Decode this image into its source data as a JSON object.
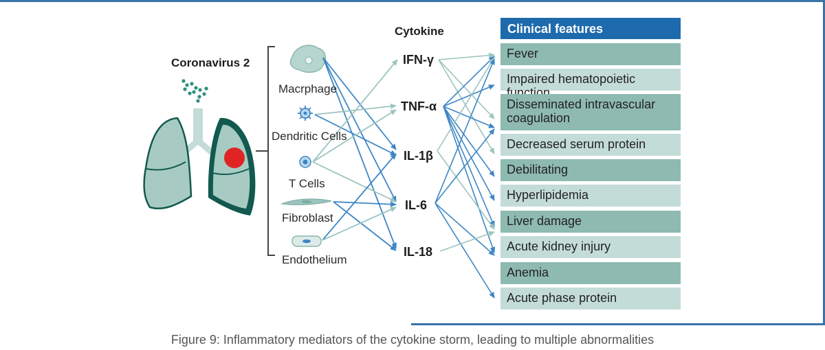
{
  "diagram": {
    "virus_label": "Coronavirus 2",
    "cytokine_header": "Cytokine",
    "cells": [
      "Macrphage",
      "Dendritic Cells",
      "T Cells",
      "Fibroblast",
      "Endothelium"
    ],
    "cytokines": [
      "IFN-γ",
      "TNF-α",
      "IL-1β",
      "IL-6",
      "IL-18"
    ],
    "features_header": "Clinical features",
    "features": [
      "Fever",
      "Impaired hematopoietic function",
      "Disseminated intravascular coagulation",
      "Decreased serum protein",
      "Debilitating",
      "Hyperlipidemia",
      "Liver damage",
      "Acute kidney injury",
      "Anemia",
      "Acute phase protein"
    ]
  },
  "caption": "Figure 9: Inflammatory  mediators of the cytokine storm, leading to multiple abnormalities",
  "colors": {
    "frame": "#3a73a8",
    "header": "#1d6aad",
    "row_dark": "#8ebab2",
    "row_light": "#c4dcd7",
    "arrow_dark": "#3d86c6",
    "arrow_light": "#9cc4bf",
    "lung": "#a7cbc2",
    "lung_dark": "#12594f",
    "spot": "#e02424"
  }
}
